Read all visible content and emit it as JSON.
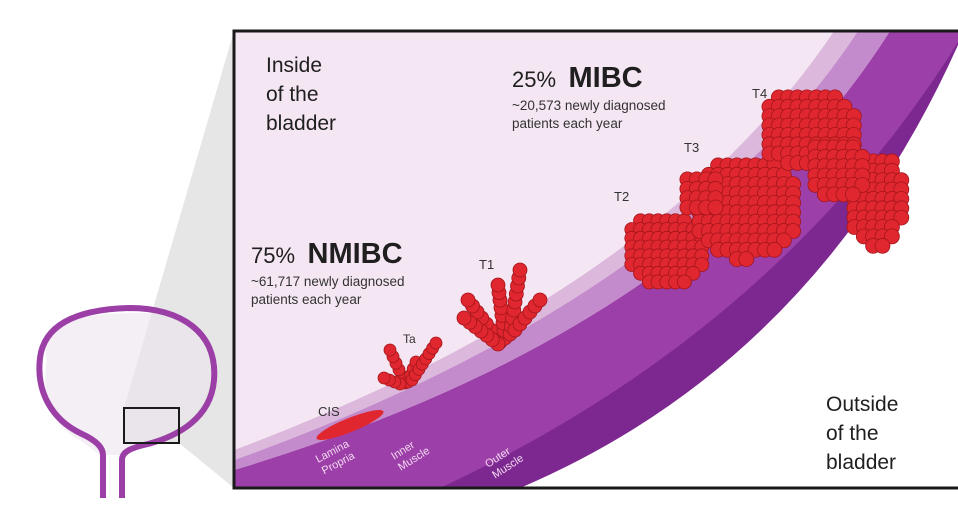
{
  "colors": {
    "inside_bg": "#f4e6f2",
    "lamina": "#dcb8dc",
    "inner_muscle": "#c38bcb",
    "outer_muscle": "#9c3fa8",
    "deep_muscle": "#7d2790",
    "tumor": "#e0262e",
    "tumor_edge": "#a3161c",
    "bladder_outline": "#9b3fa7",
    "frame": "#1a1a1a"
  },
  "labels": {
    "inside": [
      "Inside",
      "of the",
      "bladder"
    ],
    "outside": [
      "Outside",
      "of the",
      "bladder"
    ],
    "nmibc": {
      "pct": "75%",
      "name": "NMIBC",
      "line1": "~61,717 newly diagnosed",
      "line2": "patients each year"
    },
    "mibc": {
      "pct": "25%",
      "name": "MIBC",
      "line1": "~20,573 newly diagnosed",
      "line2": "patients each year"
    },
    "stages": {
      "cis": "CIS",
      "ta": "Ta",
      "t1": "T1",
      "t2": "T2",
      "t3": "T3",
      "t4": "T4"
    },
    "layers": {
      "lamina": [
        "Lamina",
        "Propria"
      ],
      "inner": [
        "Inner",
        "Muscle"
      ],
      "outer": [
        "Outer",
        "Muscle"
      ]
    }
  }
}
